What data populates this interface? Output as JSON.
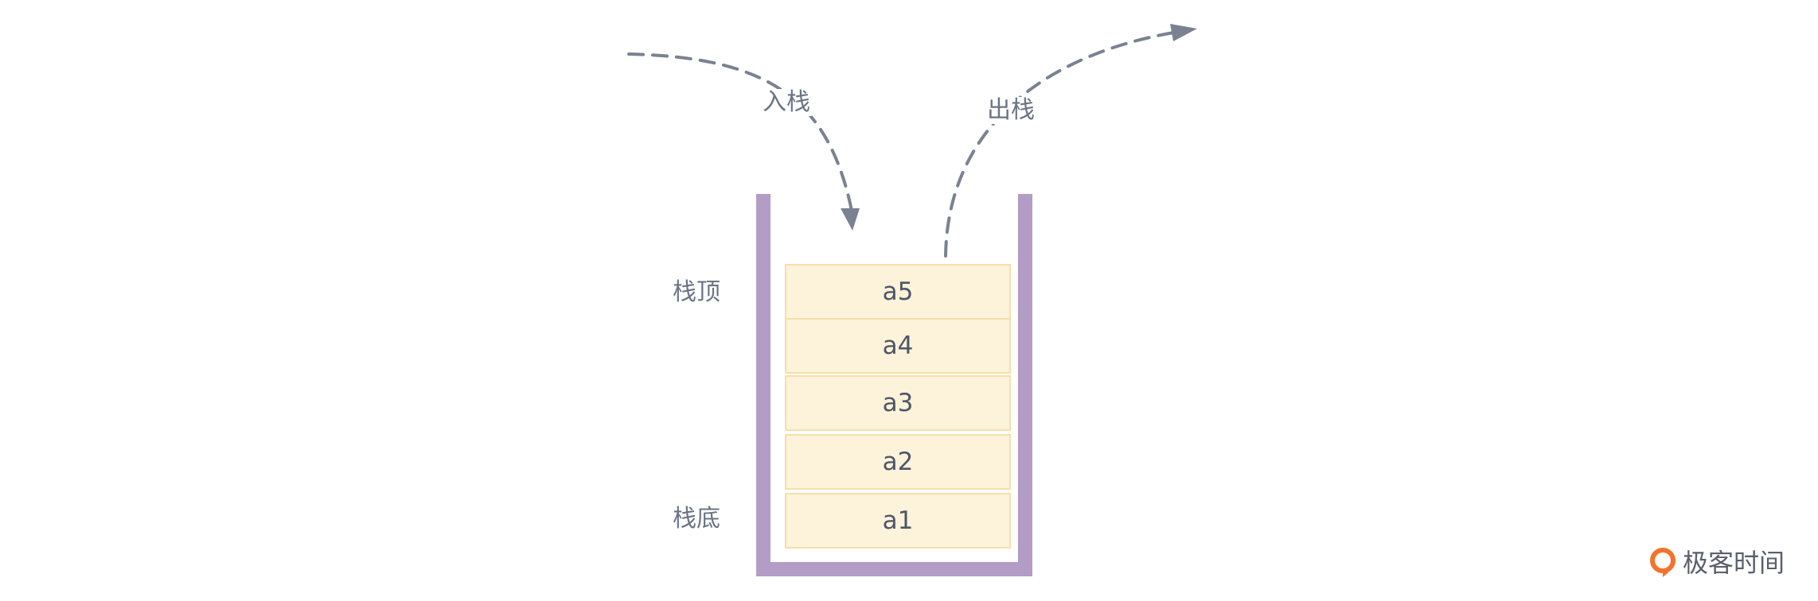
{
  "labels": {
    "push": "入栈",
    "pop": "出栈",
    "top": "栈顶",
    "bottom": "栈底"
  },
  "stack_items": [
    "a5",
    "a4",
    "a3",
    "a2",
    "a1"
  ],
  "brand": {
    "name": "极客时间",
    "icon": "geektime-logo-icon"
  },
  "colors": {
    "container": "#b39cc6",
    "cell_fill": "#fdf2da",
    "cell_border": "#f6dfa8",
    "arrow": "#7a8291",
    "brand_accent": "#f4722b"
  }
}
